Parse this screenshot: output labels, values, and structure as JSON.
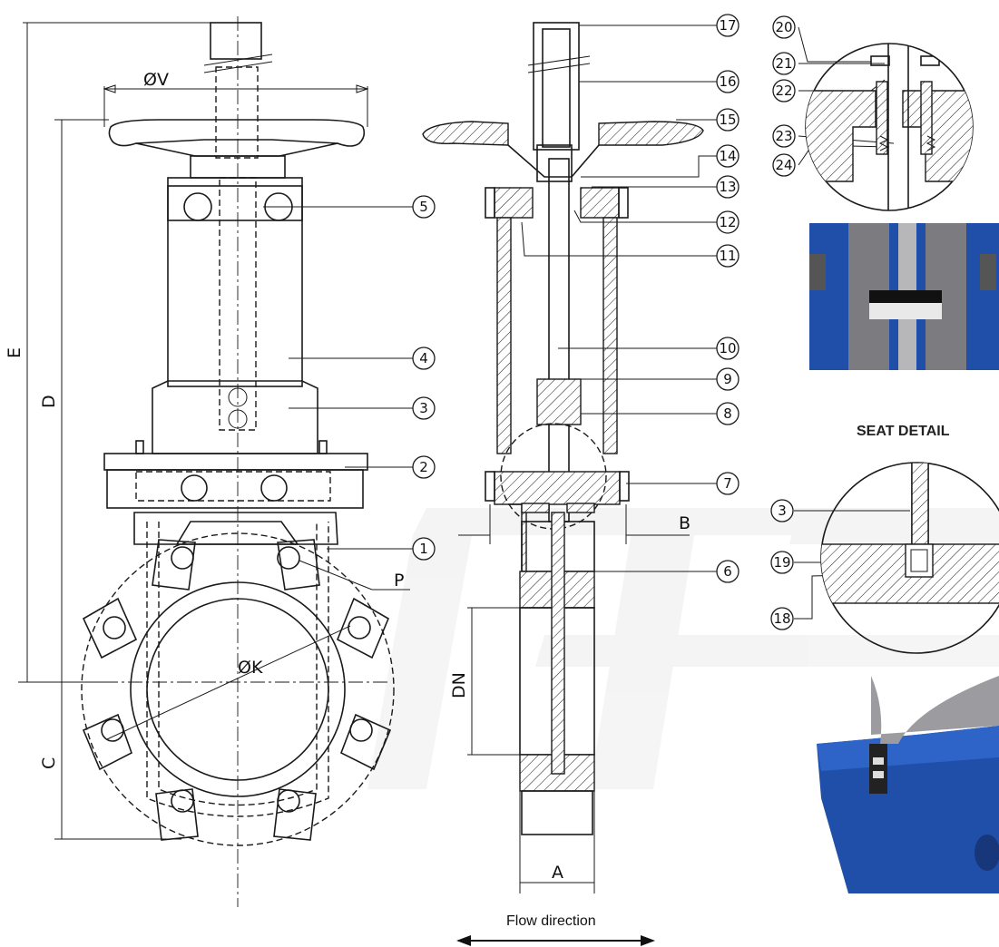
{
  "dimensions": {
    "E": "E",
    "D": "D",
    "C": "C",
    "V": "ØV",
    "K": "ØK",
    "P": "P",
    "B": "B",
    "DN": "DN",
    "A": "A"
  },
  "callouts": [
    "1",
    "2",
    "3",
    "4",
    "5",
    "6",
    "7",
    "8",
    "9",
    "10",
    "11",
    "12",
    "13",
    "14",
    "15",
    "16",
    "17",
    "18",
    "19",
    "20",
    "21",
    "22",
    "23",
    "24"
  ],
  "seat_detail": {
    "title": "SEAT DETAIL",
    "callouts": [
      "3",
      "19",
      "18"
    ]
  },
  "flow": {
    "label": "Flow direction"
  },
  "colors": {
    "line": "#1a1a1a",
    "body_blue": "#1f4fa8",
    "stem_grey": "#8c8c8c",
    "watermark": "#e9e9e9"
  },
  "icons": [
    "flow-arrow-icon"
  ]
}
